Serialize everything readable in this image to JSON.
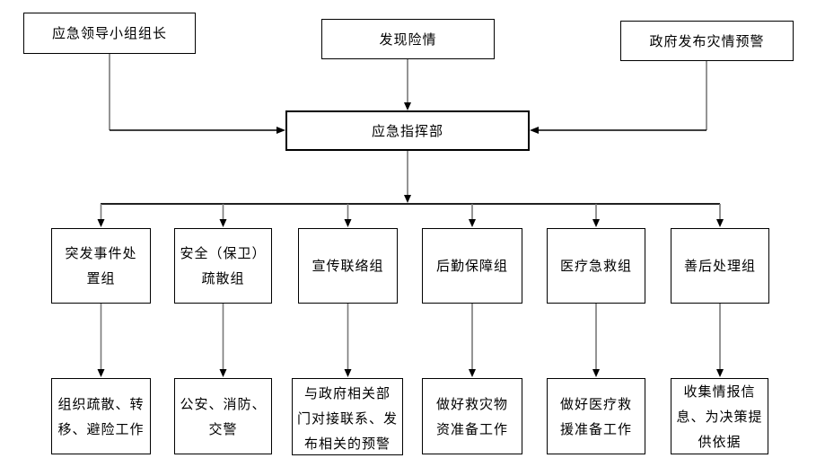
{
  "colors": {
    "background": "#ffffff",
    "box_border": "#000000",
    "text": "#000000",
    "arrow": "#000000",
    "stem": "#7a7a7a"
  },
  "nodes": {
    "leader": {
      "label": "应急领导小组组长",
      "lines": [
        "应急领导小组组长"
      ]
    },
    "found": {
      "label": "发现险情",
      "lines": [
        "发现险情"
      ]
    },
    "gov": {
      "label": "政府发布灾情预警",
      "lines": [
        "政府发布灾情预警"
      ]
    },
    "hq": {
      "label": "应急指挥部",
      "lines": [
        "应急指挥部"
      ]
    },
    "group_incident": {
      "label": "突发事件处置组",
      "lines": [
        "突发事件处",
        "置组"
      ]
    },
    "group_security": {
      "label": "安全（保卫）疏散组",
      "lines": [
        "安全（保卫）",
        "疏散组"
      ]
    },
    "group_publicity": {
      "label": "宣传联络组",
      "lines": [
        "宣传联络组"
      ]
    },
    "group_logistics": {
      "label": "后勤保障组",
      "lines": [
        "后勤保障组"
      ]
    },
    "group_medical": {
      "label": "医疗急救组",
      "lines": [
        "医疗急救组"
      ]
    },
    "group_aftermath": {
      "label": "善后处理组",
      "lines": [
        "善后处理组"
      ]
    },
    "task_incident": {
      "label": "组织疏散、转移、避险工作",
      "lines": [
        "组织疏散、转",
        "移、避险工作"
      ]
    },
    "task_security": {
      "label": "公安、消防、交警",
      "lines": [
        "公安、消防、",
        "交警"
      ]
    },
    "task_publicity": {
      "label": "与政府相关部门对接联系、发布相关的预警……",
      "lines": [
        "与政府相关部",
        "门对接联系、发",
        "布相关的预警",
        "……"
      ]
    },
    "task_logistics": {
      "label": "做好救灾物资准备工作",
      "lines": [
        "做好救灾物",
        "资准备工作"
      ]
    },
    "task_medical": {
      "label": "做好医疗救援准备工作",
      "lines": [
        "做好医疗救",
        "援准备工作"
      ]
    },
    "task_aftermath": {
      "label": "收集情报信息、为决策提供依据",
      "lines": [
        "收集情报信",
        "息、为决策提",
        "供依据"
      ]
    }
  }
}
